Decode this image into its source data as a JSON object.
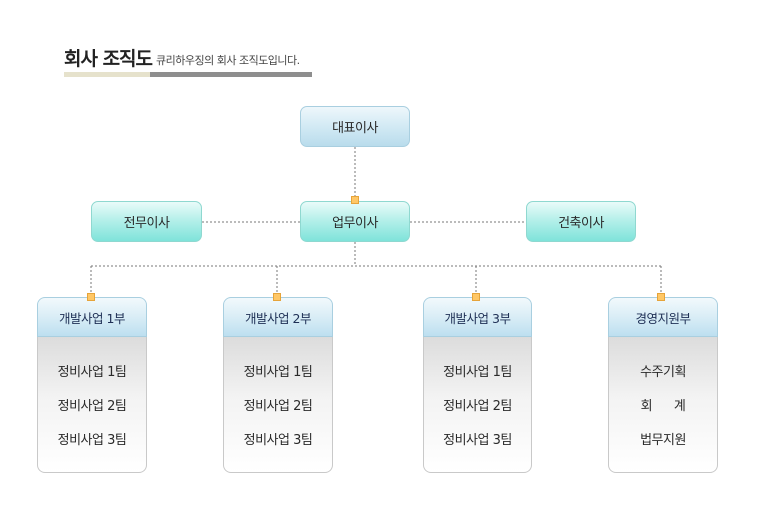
{
  "header": {
    "title": "회사 조직도",
    "subtitle": "큐리하우징의 회사 조직도입니다."
  },
  "colors": {
    "connector": "#777777",
    "node": "#ffc766"
  },
  "org": {
    "ceo": "대표이사",
    "executive_director": "전무이사",
    "operations_director": "업무이사",
    "construction_director": "건축이사",
    "departments": [
      {
        "name": "개발사업 1부",
        "teams": [
          "정비사업 1팀",
          "정비사업 2팀",
          "정비사업 3팀"
        ]
      },
      {
        "name": "개발사업 2부",
        "teams": [
          "정비사업 1팀",
          "정비사업 2팀",
          "정비사업 3팀"
        ]
      },
      {
        "name": "개발사업 3부",
        "teams": [
          "정비사업 1팀",
          "정비사업 2팀",
          "정비사업 3팀"
        ]
      },
      {
        "name": "경영지원부",
        "teams": [
          "수주기획",
          "회      계",
          "법무지원"
        ]
      }
    ]
  }
}
